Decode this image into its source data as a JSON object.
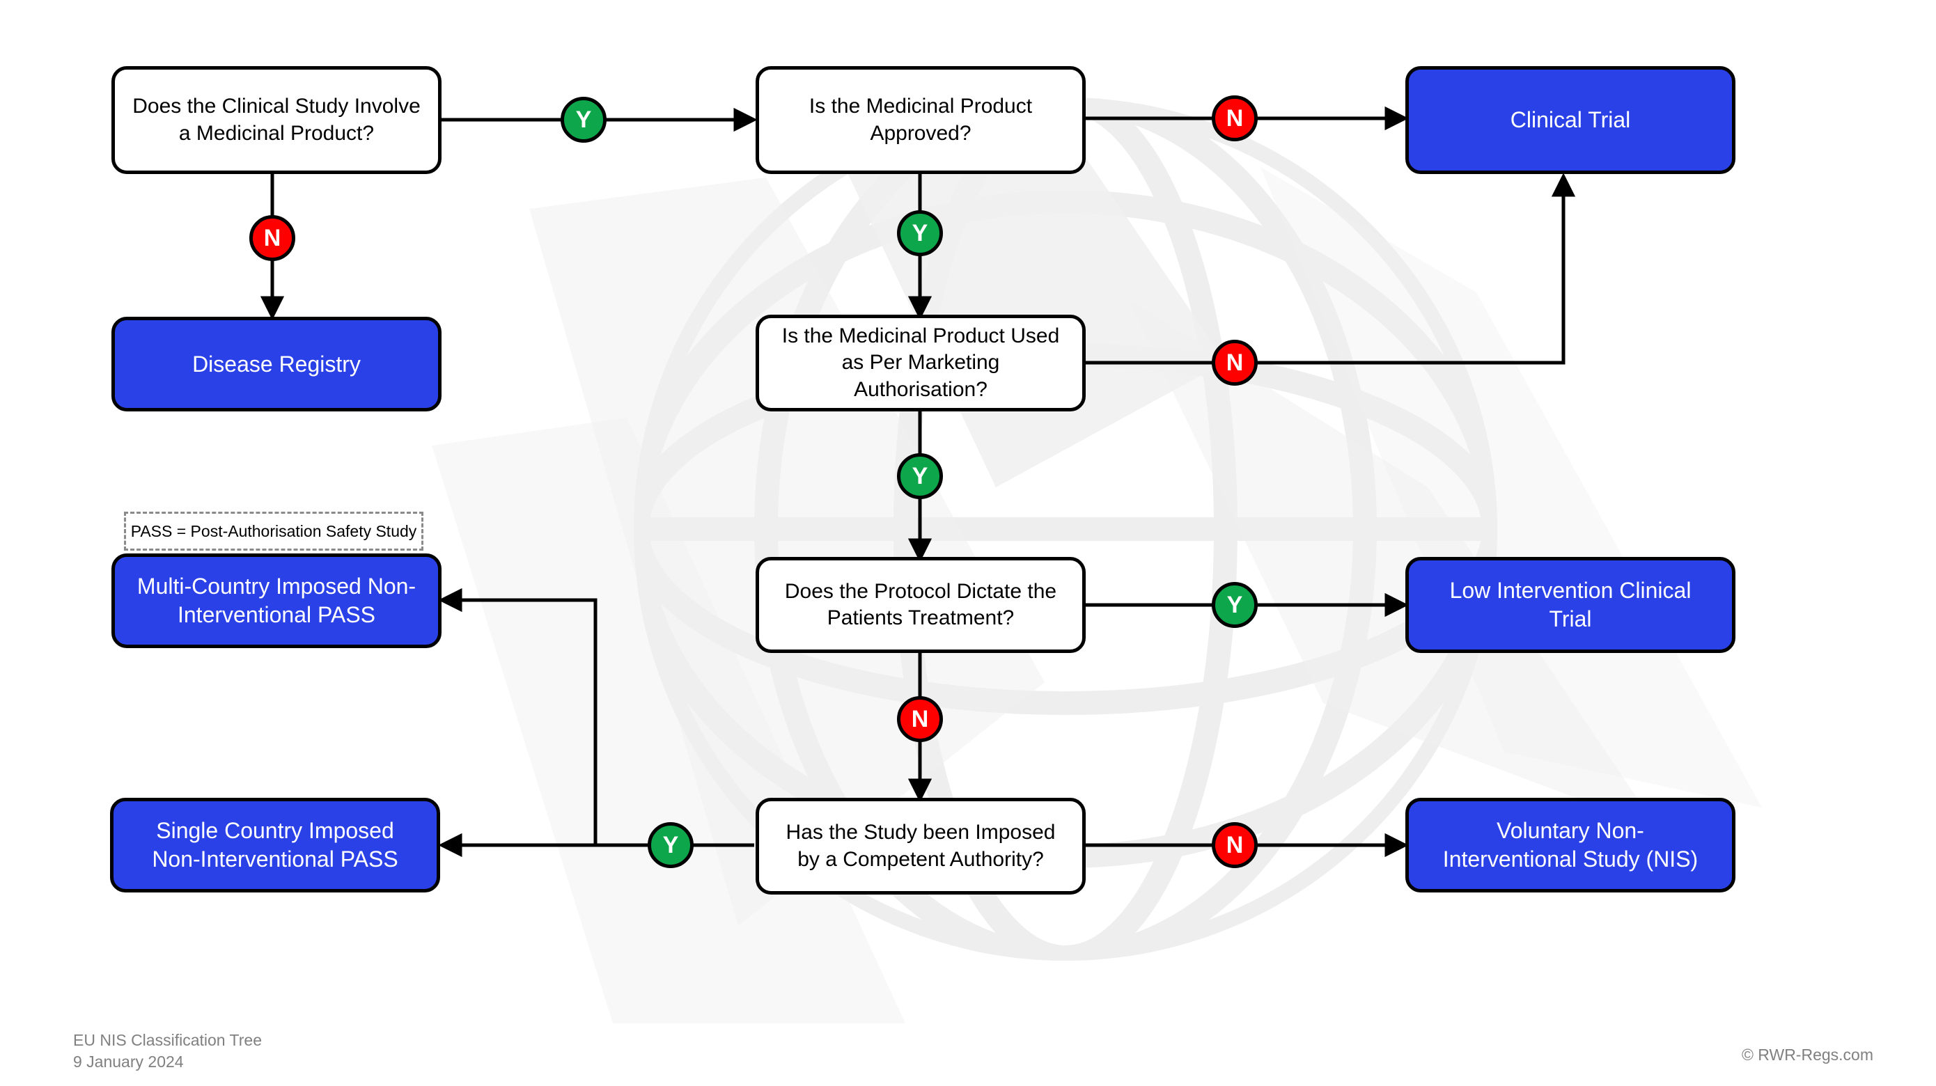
{
  "title": "EU NIS Classification Tree",
  "colors": {
    "outcome_fill": "#2B41E8",
    "yes_badge": "#0DA64B",
    "no_badge": "#FF0000",
    "stroke": "#000000",
    "footer_text": "#808080",
    "background": "#FFFFFF"
  },
  "legend": {
    "text": "PASS = Post-Authorisation Safety Study"
  },
  "footer": {
    "title": "EU NIS Classification Tree",
    "date": "9 January 2024",
    "copyright": "© RWR-Regs.com"
  },
  "nodes": {
    "q_medicinal_product": "Does the Clinical Study Involve\na Medicinal Product?",
    "q_approved": "Is the Medicinal Product\nApproved?",
    "q_marketing_authorisation": "Is the Medicinal Product Used\nas Per Marketing\nAuthorisation?",
    "q_protocol_dictate": "Does the Protocol Dictate the\nPatients Treatment?",
    "q_competent_authority": "Has the Study been Imposed\nby a Competent Authority?",
    "o_disease_registry": "Disease Registry",
    "o_clinical_trial": "Clinical Trial",
    "o_low_intervention": "Low Intervention Clinical\nTrial",
    "o_voluntary_nis": "Voluntary Non-\nInterventional Study (NIS)",
    "o_multi_country_pass": "Multi-Country Imposed Non-\nInterventional PASS",
    "o_single_country_pass": "Single Country Imposed\nNon-Interventional PASS"
  },
  "badges": {
    "medicinal_yes": "Y",
    "medicinal_no": "N",
    "approved_yes": "Y",
    "approved_no": "N",
    "marketing_yes": "Y",
    "marketing_no": "N",
    "protocol_yes": "Y",
    "protocol_no": "N",
    "authority_yes": "Y",
    "authority_no": "N"
  },
  "edges": [
    {
      "id": "medicinal-to-approved",
      "label": "Y"
    },
    {
      "id": "medicinal-to-registry",
      "label": "N"
    },
    {
      "id": "approved-to-clinical-trial",
      "label": "N"
    },
    {
      "id": "approved-to-marketing",
      "label": "Y"
    },
    {
      "id": "marketing-to-clinical-trial",
      "label": "N"
    },
    {
      "id": "marketing-to-protocol",
      "label": "Y"
    },
    {
      "id": "protocol-to-low-intervention",
      "label": "Y"
    },
    {
      "id": "protocol-to-authority",
      "label": "N"
    },
    {
      "id": "authority-to-voluntary-nis",
      "label": "N"
    },
    {
      "id": "authority-to-single-country-pass",
      "label": "Y"
    },
    {
      "id": "authority-to-multi-country-pass",
      "label": "Y"
    }
  ]
}
